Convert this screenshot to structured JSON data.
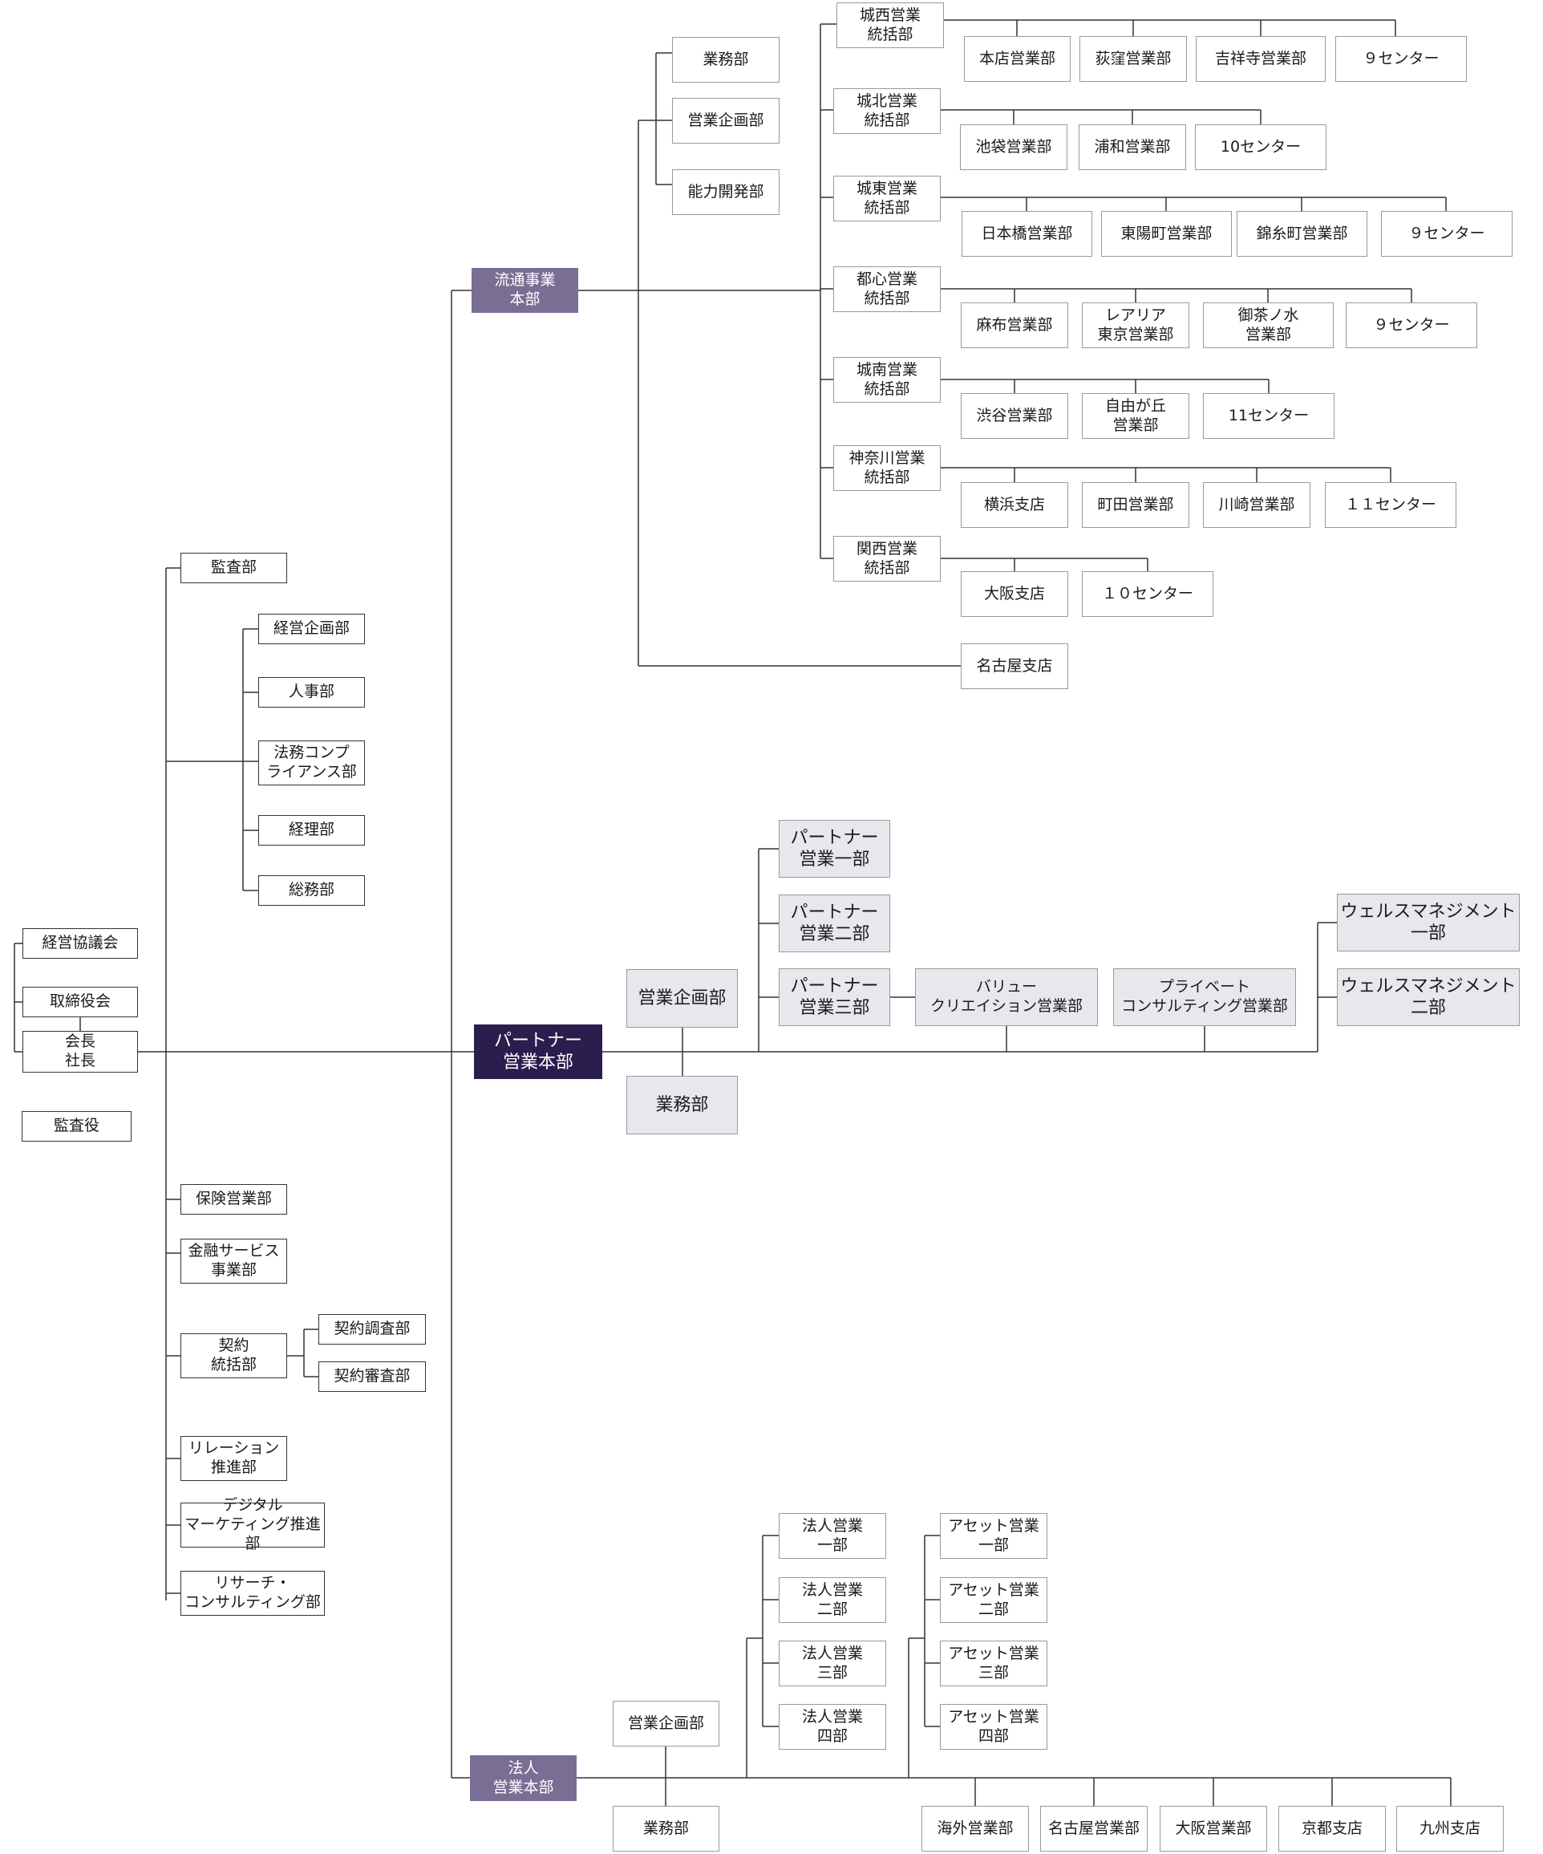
{
  "colors": {
    "line": "#333333",
    "hq_fill": "#7a6e94",
    "partner_hq_fill": "#2b1d4d",
    "partner_box_fill": "#e8e7ee",
    "sub_border": "#999999"
  },
  "nodes": {
    "keiei_kyogikai": "経営協議会",
    "torishimariyakukai": "取締役会",
    "kaicho_shacho": "会長\n社長",
    "kansayaku": "監査役",
    "kansabu": "監査部",
    "keiei_kikakubu": "経営企画部",
    "jinjibu": "人事部",
    "homu_compliance": "法務コンプ\nライアンス部",
    "keiribu": "経理部",
    "somubu": "総務部",
    "hoken_eigyobu": "保険営業部",
    "kinyu_service": "金融サービス\n事業部",
    "keiyaku_tokatsubu": "契約\n統括部",
    "keiyaku_chosabu": "契約調査部",
    "keiyaku_shinsabu": "契約審査部",
    "relation_suishinbu": "リレーション\n推進部",
    "digital_marketing": "デジタル\nマーケティング推進部",
    "research_consulting": "リサーチ・\nコンサルティング部",
    "ryutsu_hq": "流通事業\n本部",
    "ryutsu_gyomubu": "業務部",
    "ryutsu_eigyo_kikaku": "営業企画部",
    "noryoku_kaihatsu": "能力開発部",
    "josai": "城西営業\n統括部",
    "josai_honten": "本店営業部",
    "josai_ogikubo": "荻窪営業部",
    "josai_kichijoji": "吉祥寺営業部",
    "josai_center": "９センター",
    "johoku": "城北営業\n統括部",
    "johoku_ikebukuro": "池袋営業部",
    "johoku_urawa": "浦和営業部",
    "johoku_center": "10センター",
    "joto": "城東営業\n統括部",
    "joto_nihonbashi": "日本橋営業部",
    "joto_toyocho": "東陽町営業部",
    "joto_kinshicho": "錦糸町営業部",
    "joto_center": "９センター",
    "toshin": "都心営業\n統括部",
    "toshin_azabu": "麻布営業部",
    "toshin_reraria": "レアリア\n東京営業部",
    "toshin_ochanomizu": "御茶ノ水\n営業部",
    "toshin_center": "９センター",
    "jonan": "城南営業\n統括部",
    "jonan_shibuya": "渋谷営業部",
    "jonan_jiyugaoka": "自由が丘\n営業部",
    "jonan_center": "11センター",
    "kanagawa": "神奈川営業\n統括部",
    "kanagawa_yokohama": "横浜支店",
    "kanagawa_machida": "町田営業部",
    "kanagawa_kawasaki": "川崎営業部",
    "kanagawa_center": "１１センター",
    "kansai": "関西営業\n統括部",
    "kansai_osaka": "大阪支店",
    "kansai_center": "１０センター",
    "nagoya_shiten": "名古屋支店",
    "partner_hq": "パートナー\n営業本部",
    "partner_kikaku": "営業企画部",
    "partner_gyomubu": "業務部",
    "partner_1": "パートナー\n営業一部",
    "partner_2": "パートナー\n営業二部",
    "partner_3": "パートナー\n営業三部",
    "value_creation": "バリュー\nクリエイション営業部",
    "private_consulting": "プライベート\nコンサルティング営業部",
    "wealth_1": "ウェルスマネジメント\n一部",
    "wealth_2": "ウェルスマネジメント\n二部",
    "hojin_hq": "法人\n営業本部",
    "hojin_kikaku": "営業企画部",
    "hojin_gyomubu": "業務部",
    "hojin_1": "法人営業\n一部",
    "hojin_2": "法人営業\n二部",
    "hojin_3": "法人営業\n三部",
    "hojin_4": "法人営業\n四部",
    "asset_1": "アセット営業\n一部",
    "asset_2": "アセット営業\n二部",
    "asset_3": "アセット営業\n三部",
    "asset_4": "アセット営業\n四部",
    "kaigai_eigyobu": "海外営業部",
    "nagoya_eigyobu": "名古屋営業部",
    "osaka_eigyobu": "大阪営業部",
    "kyoto_shiten": "京都支店",
    "kyushu_shiten": "九州支店"
  }
}
